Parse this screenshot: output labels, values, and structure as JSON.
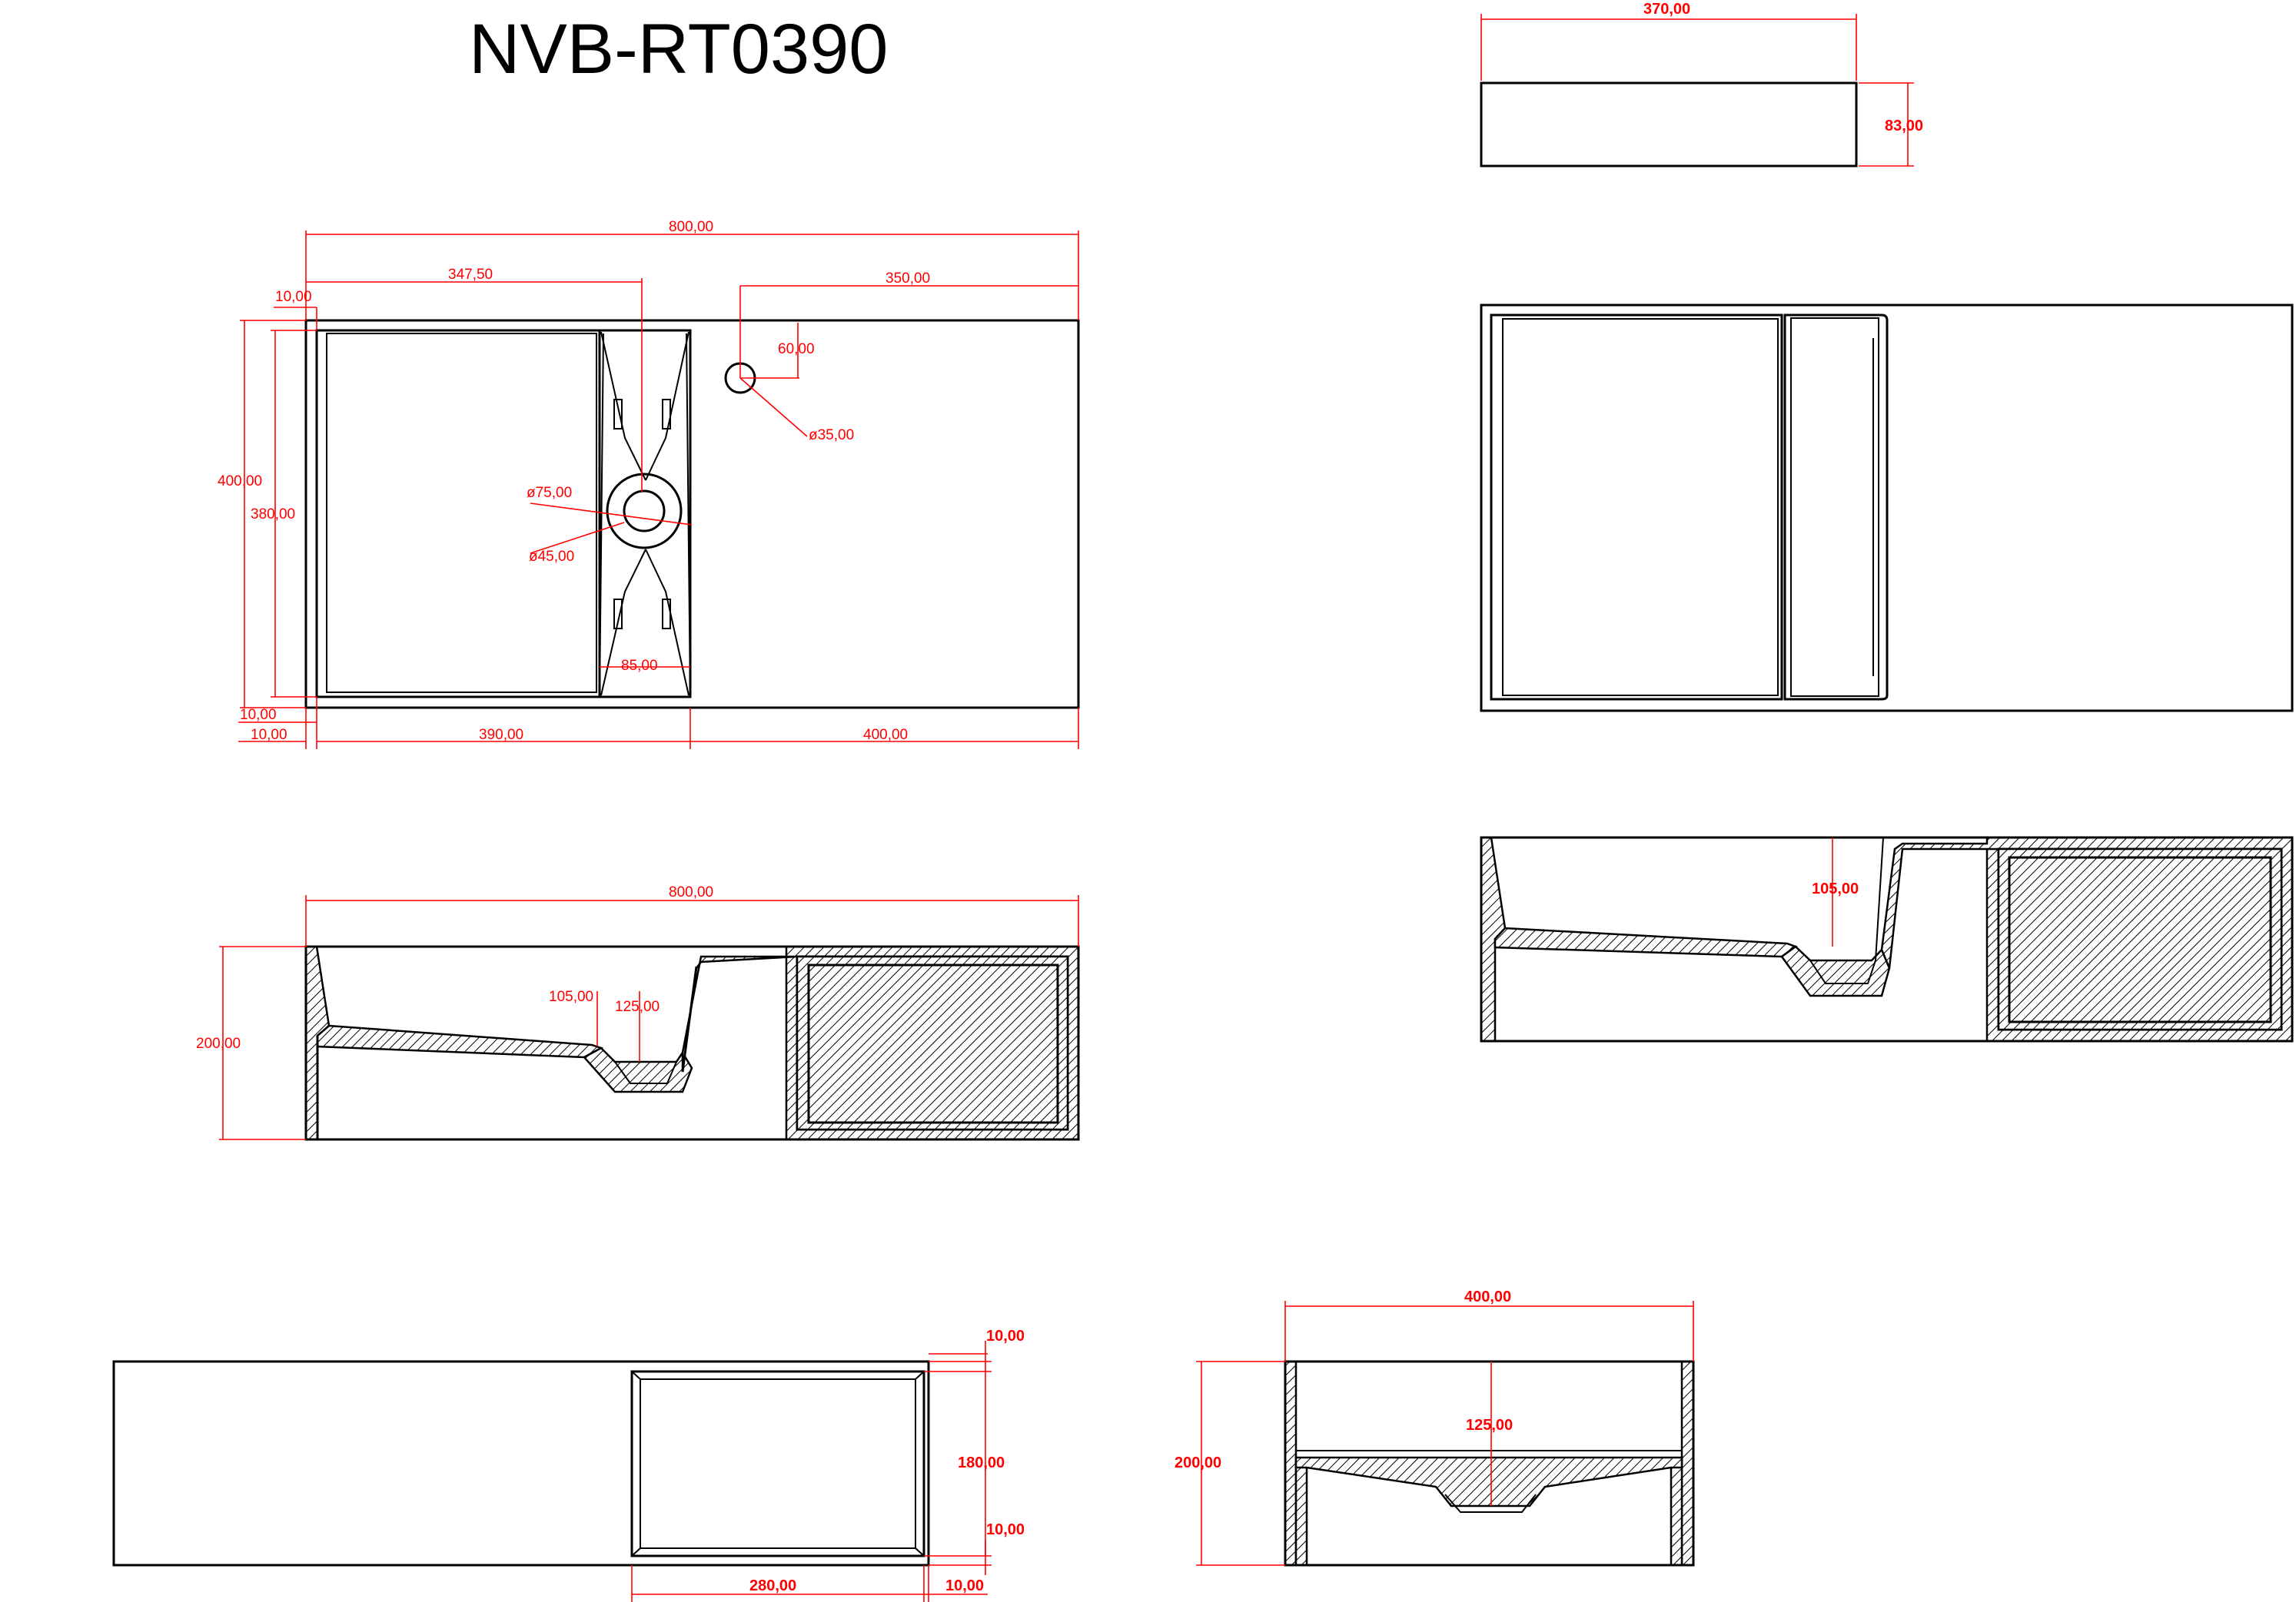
{
  "title": "NVB-RT0390",
  "dimensions": {
    "top_view": {
      "overall_length": "800,00",
      "basin_length": "347,50",
      "tap_offset": "350,00",
      "left_wall": "10,00",
      "tap_y": "60,00",
      "tap_hole": "ø35,00",
      "width_outer": "400,00",
      "width_inner": "380,00",
      "drain_outer": "ø75,00",
      "drain_inner": "ø45,00",
      "channel_width": "85,00",
      "bottom_wall": "10,00",
      "left_wall_bottom": "10,00",
      "basin_bottom": "390,00",
      "shelf_bottom": "400,00"
    },
    "front_section": {
      "overall_length": "800,00",
      "height": "200,00",
      "drain_depth": "105,00",
      "drain_neck": "125,00"
    },
    "side_top": {
      "depth": "370,00",
      "height": "83,00"
    },
    "right_section": {
      "drain_depth": "105,00"
    },
    "rear_view": {
      "top_wall": "10,00",
      "opening_height": "180,00",
      "bottom_wall": "10,00",
      "opening_width": "280,00",
      "side_wall": "10,00"
    },
    "end_section": {
      "width": "400,00",
      "height": "200,00",
      "drain_neck": "125,00"
    }
  }
}
